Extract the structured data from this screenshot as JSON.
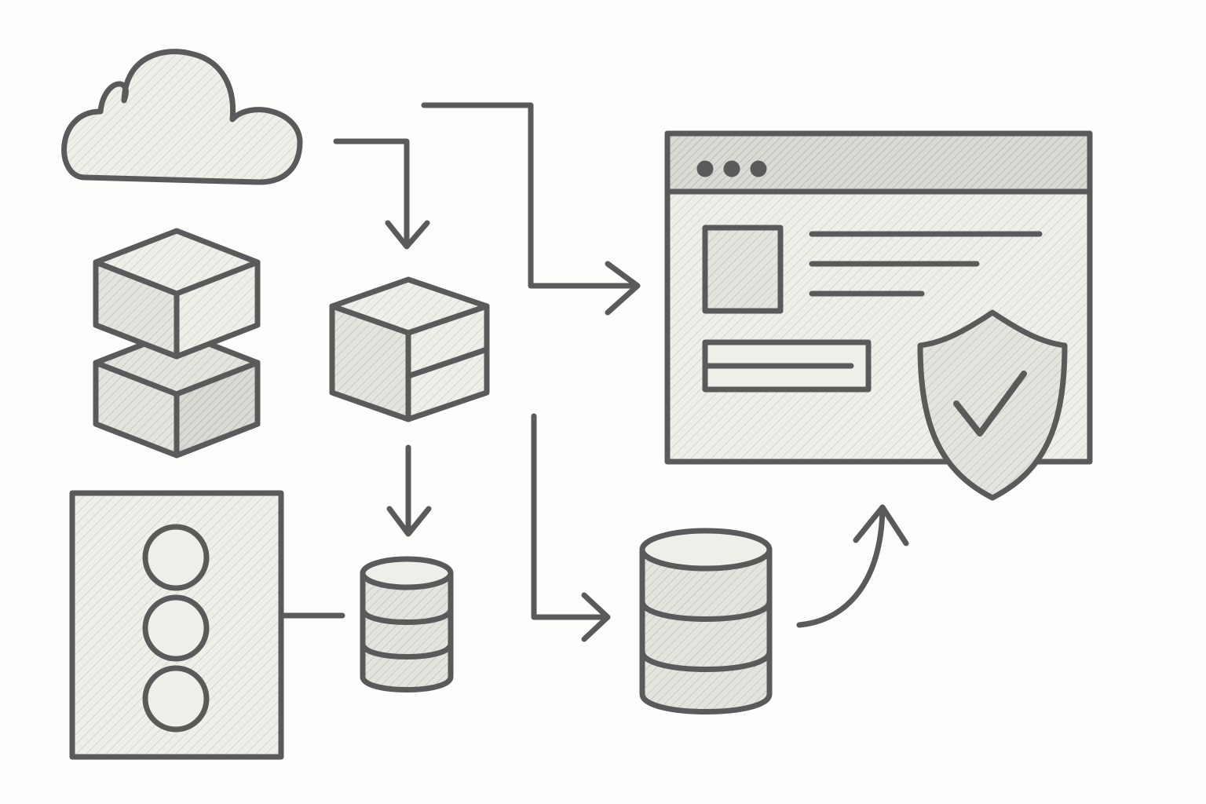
{
  "diagram": {
    "style": "pencil-sketch",
    "colors": {
      "paper": "#fdfdfb",
      "stroke": "#5a5a5a",
      "fill_light": "#efefe9",
      "fill_mid": "#dcdcd6",
      "fill_dark": "#c6c6c0"
    },
    "nodes": [
      {
        "id": "cloud",
        "icon": "cloud-icon"
      },
      {
        "id": "stacked-cubes",
        "icon": "stacked-cubes-icon"
      },
      {
        "id": "cube",
        "icon": "cube-icon"
      },
      {
        "id": "server-panel",
        "icon": "server-panel-icon"
      },
      {
        "id": "small-database",
        "icon": "database-icon"
      },
      {
        "id": "large-database",
        "icon": "database-icon"
      },
      {
        "id": "browser-window",
        "icon": "browser-window-icon"
      },
      {
        "id": "security-shield",
        "icon": "shield-check-icon"
      }
    ],
    "edges": [
      {
        "from": "cloud",
        "to": "cube"
      },
      {
        "from": "cloud",
        "to": "browser-window"
      },
      {
        "from": "cube",
        "to": "small-database"
      },
      {
        "from": "server-panel",
        "to": "small-database"
      },
      {
        "from": "cube",
        "to": "large-database"
      },
      {
        "from": "large-database",
        "to": "browser-window"
      }
    ]
  }
}
